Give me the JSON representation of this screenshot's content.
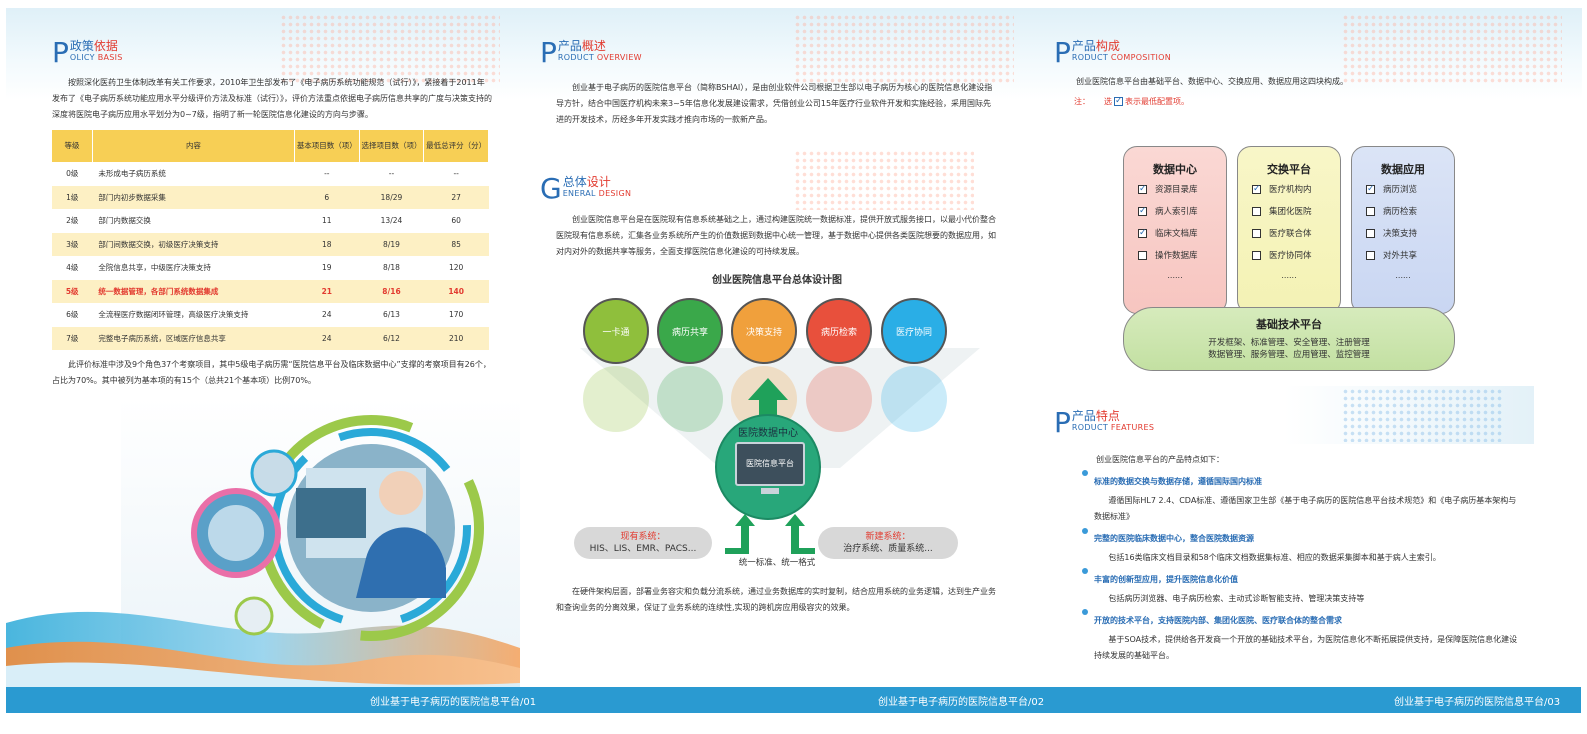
{
  "page1": {
    "title_cn_a": "政策",
    "title_cn_b": "依据",
    "title_letter": "P",
    "title_en_a": "OLICY ",
    "title_en_b": "BASIS",
    "intro": "按照深化医药卫生体制改革有关工作要求，2010年卫生部发布了《电子病历系统功能规范（试行）》，紧接着于2011年发布了《电子病历系统功能应用水平分级评价方法及标准（试行）》，评价方法重点依据电子病历信息共享的广度与决策支持的深度将医院电子病历应用水平划分为0~7级，指明了新一轮医院信息化建设的方向与步骤。",
    "table": {
      "headers": [
        "等级",
        "内容",
        "基本项目数（项）",
        "选择项目数（项）",
        "最低总评分（分）"
      ],
      "rows": [
        [
          "0级",
          "未形成电子病历系统",
          "--",
          "--",
          "--"
        ],
        [
          "1级",
          "部门内初步数据采集",
          "6",
          "18/29",
          "27"
        ],
        [
          "2级",
          "部门内数据交换",
          "11",
          "13/24",
          "60"
        ],
        [
          "3级",
          "部门间数据交换，初级医疗决策支持",
          "18",
          "8/19",
          "85"
        ],
        [
          "4级",
          "全院信息共享，中级医疗决策支持",
          "19",
          "8/18",
          "120"
        ],
        [
          "5级",
          "统一数据管理，各部门系统数据集成",
          "21",
          "8/16",
          "140"
        ],
        [
          "6级",
          "全流程医疗数据闭环管理，高级医疗决策支持",
          "24",
          "6/13",
          "170"
        ],
        [
          "7级",
          "完整电子病历系统，区域医疗信息共享",
          "24",
          "6/12",
          "210"
        ]
      ]
    },
    "note": "此评价标准中涉及9个角色37个考察项目，其中5级电子病历需“医院信息平台及临床数据中心”支撑的考察项目有26个，占比为70%。其中被列为基本项的有15个（总共21个基本项）比例70%。",
    "footer": "创业基于电子病历的医院信息平台/01"
  },
  "page2": {
    "overview_letter": "P",
    "overview_cn_a": "产品",
    "overview_cn_b": "概述",
    "overview_en_a": "RODUCT ",
    "overview_en_b": "OVERVIEW",
    "overview_text": "创业基于电子病历的医院信息平台（简称BSHAI），是由创业软件公司根据卫生部以电子病历为核心的医院信息化建设指导方针，结合中国医疗机构未来3~5年信息化发展建设需求，凭借创业公司15年医疗行业软件开发和实施经验，采用国际先进的开发技术，历经多年开发实践才推向市场的一款新产品。",
    "design_letter": "G",
    "design_cn_a": "总体",
    "design_cn_b": "设计",
    "design_en_a": "ENERAL ",
    "design_en_b": "DESIGN",
    "design_text": "创业医院信息平台是在医院现有信息系统基础之上，通过构建医院统一数据标准，提供开放式服务接口，以最小代价整合医院现有信息系统，汇集各业务系统所产生的价值数据到数据中心统一管理，基于数据中心提供各类医院想要的数据应用，如对内对外的数据共享等服务，全面支撑医院信息化建设的可持续发展。",
    "diagram_title": "创业医院信息平台总体设计图",
    "circles": [
      {
        "label": "一卡通",
        "color": "#8fbf3c"
      },
      {
        "label": "病历共享",
        "color": "#3aa84a"
      },
      {
        "label": "决策支持",
        "color": "#f0a03c"
      },
      {
        "label": "病历检索",
        "color": "#e8503c"
      },
      {
        "label": "医疗协同",
        "color": "#2aaee6"
      }
    ],
    "center_label": "医院数据中心",
    "screen_label": "医院信息平台",
    "existing_title": "现有系统：",
    "existing_list": "HIS、LIS、EMR、PACS...",
    "new_title": "新建系统：",
    "new_list": "治疗系统、质量系统...",
    "standard_caption": "统一标准、统一格式",
    "bottom_text": "在硬件架构层面，部署业务容灾和负载分流系统，通过业务数据库的实时复制，结合应用系统的业务逻辑，达到生产业务和查询业务的分离效果，保证了业务系统的连续性,实现的跨机房应用级容灾的效果。",
    "footer": "创业基于电子病历的医院信息平台/02"
  },
  "page3": {
    "comp_letter": "P",
    "comp_cn_a": "产品",
    "comp_cn_b": "构成",
    "comp_en_a": "RODUCT ",
    "comp_en_b": "COMPOSITION",
    "comp_text": "创业医院信息平台由基础平台、数据中心、交换应用、数据应用这四块构成。",
    "note_label": "注：",
    "note_text_a": "选",
    "note_text_b": "表示最低配置项。",
    "cards": [
      {
        "title": "数据中心",
        "items": [
          {
            "label": "资源目录库",
            "checked": true
          },
          {
            "label": "病人索引库",
            "checked": true
          },
          {
            "label": "临床文档库",
            "checked": true
          },
          {
            "label": "操作数据库",
            "checked": false
          }
        ],
        "more": "......",
        "color": "#f7c5c0"
      },
      {
        "title": "交换平台",
        "items": [
          {
            "label": "医疗机构内",
            "checked": true
          },
          {
            "label": "集团化医院",
            "checked": false
          },
          {
            "label": "医疗联合体",
            "checked": false
          },
          {
            "label": "医疗协同体",
            "checked": false
          }
        ],
        "more": "......",
        "color": "#f4f2b4"
      },
      {
        "title": "数据应用",
        "items": [
          {
            "label": "病历浏览",
            "checked": true
          },
          {
            "label": "病历检索",
            "checked": false
          },
          {
            "label": "决策支持",
            "checked": false
          },
          {
            "label": "对外共享",
            "checked": false
          }
        ],
        "more": "......",
        "color": "#c9d6f2"
      }
    ],
    "base_title": "基础技术平台",
    "base_line1": "开发框架、标准管理、安全管理、注册管理",
    "base_line2": "数据管理、服务管理、应用管理、监控管理",
    "feat_letter": "P",
    "feat_cn_a": "产品",
    "feat_cn_b": "特点",
    "feat_en_a": "RODUCT ",
    "feat_en_b": "FEATURES",
    "feat_intro": "创业医院信息平台的产品特点如下：",
    "features": [
      {
        "heading": "标准的数据交换与数据存储，遵循国际国内标准",
        "text": "遵循国际HL7 2.4、CDA标准、遵循国家卫生部《基于电子病历的医院信息平台技术规范》和《电子病历基本架构与数据标准》"
      },
      {
        "heading": "完整的医院临床数据中心，整合医院数据资源",
        "text": "包括16类临床文档目录和58个临床文档数据集标准、相应的数据采集脚本和基于病人主索引。"
      },
      {
        "heading": "丰富的创新型应用，提升医院信息化价值",
        "text": "包括病历浏览器、电子病历检索、主动式诊断智能支持、管理决策支持等"
      },
      {
        "heading": "开放的技术平台，支持医院内部、集团化医院、医疗联合体的整合需求",
        "text": "基于SOA技术，提供给各开发商一个开放的基础技术平台，为医院信息化不断拓展提供支持，是保障医院信息化建设持续发展的基础平台。"
      }
    ],
    "footer": "创业基于电子病历的医院信息平台/03"
  }
}
